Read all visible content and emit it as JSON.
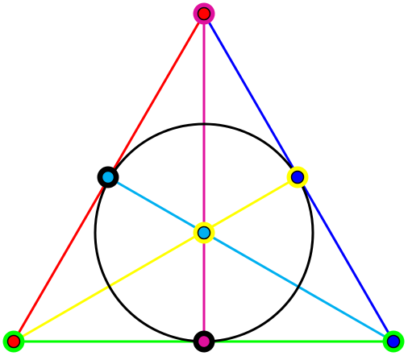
{
  "diagram": {
    "type": "fano-plane",
    "background": "#ffffff",
    "palette": {
      "red": "#ff0000",
      "blue": "#0000ff",
      "magenta": "#e0119d",
      "cyan": "#00b0f0",
      "yellow": "#ffff00",
      "green": "#00ff00",
      "black": "#000000"
    },
    "points": [
      {
        "id": "apex",
        "ring": "magenta",
        "fill": "red"
      },
      {
        "id": "left-mid",
        "ring": "black",
        "fill": "cyan"
      },
      {
        "id": "right-mid",
        "ring": "yellow",
        "fill": "blue"
      },
      {
        "id": "center",
        "ring": "yellow",
        "fill": "cyan"
      },
      {
        "id": "bottom-left",
        "ring": "green",
        "fill": "red"
      },
      {
        "id": "bottom-mid",
        "ring": "black",
        "fill": "magenta"
      },
      {
        "id": "bottom-right",
        "ring": "green",
        "fill": "blue"
      }
    ],
    "lines": [
      {
        "id": "red-side",
        "color": "red",
        "from": "apex",
        "to": "bottom-left"
      },
      {
        "id": "blue-side",
        "color": "blue",
        "from": "apex",
        "to": "bottom-right"
      },
      {
        "id": "green-base",
        "color": "green",
        "from": "bottom-left",
        "to": "bottom-right"
      },
      {
        "id": "magenta-median",
        "color": "magenta",
        "from": "apex",
        "to": "bottom-mid"
      },
      {
        "id": "cyan-median",
        "color": "cyan",
        "from": "left-mid",
        "to": "bottom-right"
      },
      {
        "id": "yellow-median",
        "color": "yellow",
        "from": "right-mid",
        "to": "bottom-left"
      }
    ],
    "circle": {
      "id": "inscribed-circle",
      "color": "black"
    }
  }
}
